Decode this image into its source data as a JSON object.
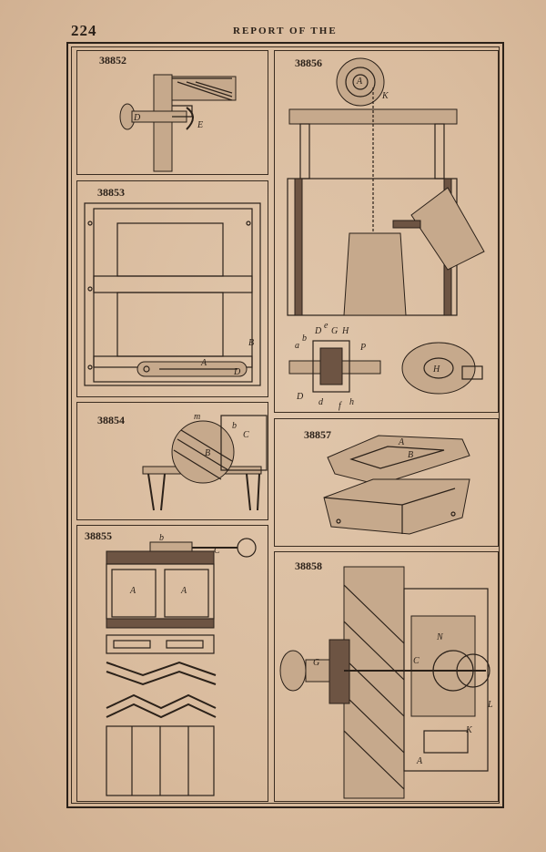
{
  "page": {
    "number": "224",
    "running_head": "REPORT OF THE"
  },
  "figures": [
    {
      "id": "38852",
      "labels": [
        "D",
        "E"
      ]
    },
    {
      "id": "38853",
      "labels": [
        "A",
        "B",
        "D"
      ]
    },
    {
      "id": "38854",
      "labels": [
        "m",
        "B",
        "C",
        "b"
      ]
    },
    {
      "id": "38855",
      "labels": [
        "b",
        "C",
        "A",
        "A"
      ]
    },
    {
      "id": "38856",
      "labels": [
        "A",
        "K",
        "D",
        "e",
        "G",
        "H",
        "a",
        "b",
        "P",
        "D",
        "d",
        "f",
        "h",
        "H"
      ]
    },
    {
      "id": "38857",
      "labels": [
        "A",
        "B"
      ]
    },
    {
      "id": "38858",
      "labels": [
        "G",
        "N",
        "C",
        "L",
        "K",
        "A"
      ]
    }
  ]
}
